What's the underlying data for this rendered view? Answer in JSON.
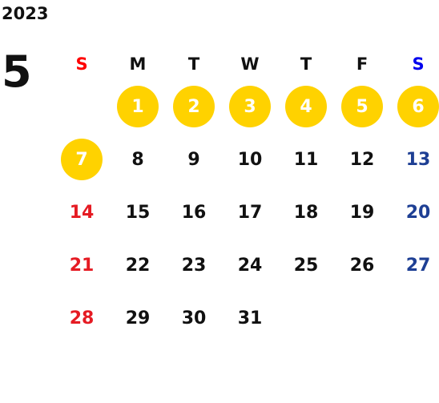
{
  "calendar": {
    "year": "2023",
    "month": "5",
    "weekdays": [
      "S",
      "M",
      "T",
      "W",
      "T",
      "F",
      "S"
    ],
    "highlight_color": "#ffd200",
    "sunday_color": "#e51b23",
    "saturday_color": "#1e3f94",
    "weeks": [
      [
        "",
        "1",
        "2",
        "3",
        "4",
        "5",
        "6"
      ],
      [
        "7",
        "8",
        "9",
        "10",
        "11",
        "12",
        "13"
      ],
      [
        "14",
        "15",
        "16",
        "17",
        "18",
        "19",
        "20"
      ],
      [
        "21",
        "22",
        "23",
        "24",
        "25",
        "26",
        "27"
      ],
      [
        "28",
        "29",
        "30",
        "31",
        "",
        "",
        ""
      ]
    ],
    "highlighted_days": [
      "1",
      "2",
      "3",
      "4",
      "5",
      "6",
      "7"
    ]
  }
}
